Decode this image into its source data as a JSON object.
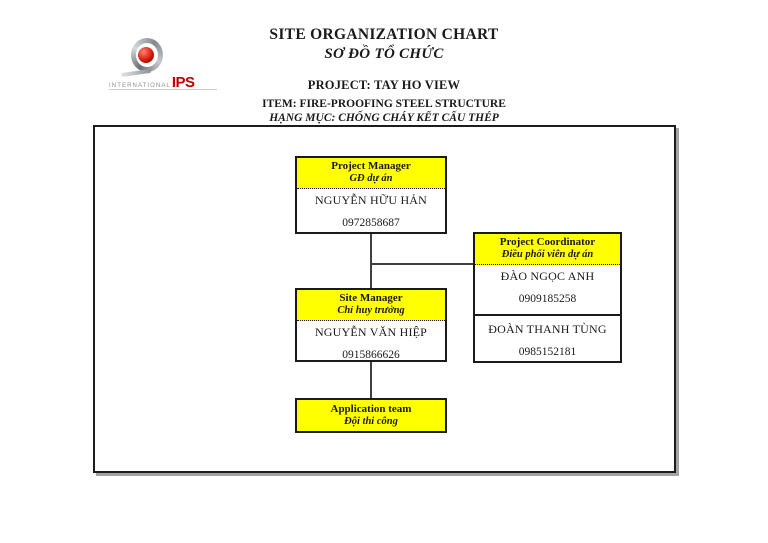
{
  "header": {
    "title_en": "SITE ORGANIZATION CHART",
    "title_vi": "SƠ ĐỒ TỔ CHỨC",
    "project": "PROJECT: TAY HO VIEW",
    "item_en": "ITEM: FIRE-PROOFING STEEL STRUCTURE",
    "item_vi": "HẠNG MỤC: CHỐNG CHÁY KẾT CẤU THÉP"
  },
  "logo": {
    "brand_small": "INTERNATIONAL",
    "brand_large": "IPS",
    "brand_color": "#C00000",
    "mark_color": "#8D9296",
    "ball_color": "#D81A0A"
  },
  "chart": {
    "colors": {
      "node_header_bg": "#FFFF00",
      "node_border": "#1A1A1A",
      "connector": "#3F3F3F"
    },
    "nodes": {
      "project_manager": {
        "title_en": "Project Manager",
        "title_vi": "GĐ dự án",
        "members": [
          {
            "name": "NGUYỄN HỮU HẢN",
            "phone": "0972858687"
          }
        ]
      },
      "project_coordinator": {
        "title_en": "Project Coordinator",
        "title_vi": "Điều phối viên dự án",
        "members": [
          {
            "name": "ĐÀO NGỌC ANH",
            "phone": "0909185258"
          },
          {
            "name": "ĐOÀN THANH TÙNG",
            "phone": "0985152181"
          }
        ]
      },
      "site_manager": {
        "title_en": "Site Manager",
        "title_vi": "Chỉ huy trưởng",
        "members": [
          {
            "name": "NGUYỄN VĂN HIỆP",
            "phone": "0915866626"
          }
        ]
      },
      "application_team": {
        "title_en": "Application team",
        "title_vi": "Đội thi công",
        "members": []
      }
    }
  }
}
